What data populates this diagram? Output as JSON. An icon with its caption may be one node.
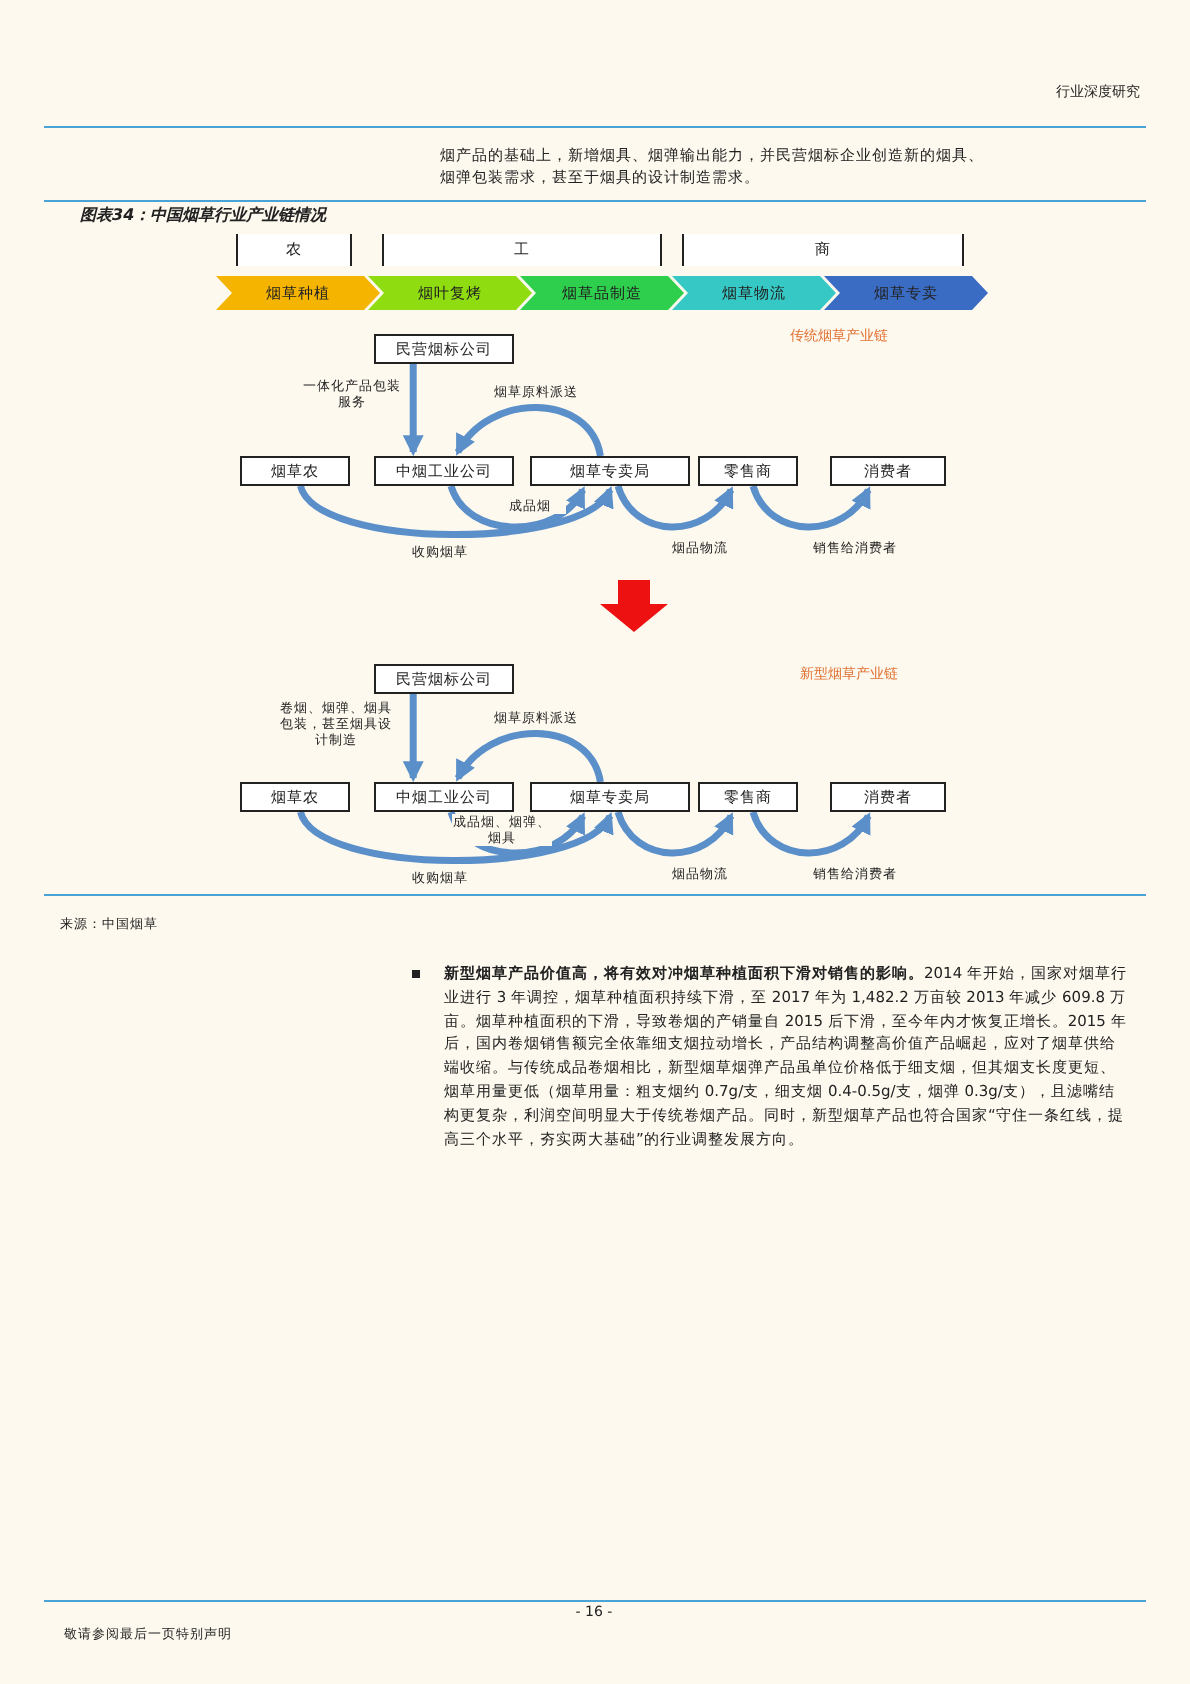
{
  "diagram": {
    "title": "图表34：中国烟草行业产业链情况",
    "nodes": [
      {
        "text": [
          "农"
        ]
      },
      {
        "text": [
          "工"
        ]
      },
      {
        "text": [
          "商"
        ]
      },
      {
        "text": [
          "烟草种植"
        ]
      },
      {
        "text": [
          "烟叶复烤"
        ]
      },
      {
        "text": [
          "烟草品制造"
        ]
      },
      {
        "text": [
          "烟草物流"
        ]
      },
      {
        "text": [
          "烟草专卖"
        ]
      },
      {
        "text": [
          "民营烟标公司"
        ]
      },
      {
        "text": [
          "烟草农"
        ]
      },
      {
        "text": [
          "中烟工业公司"
        ]
      },
      {
        "text": [
          "烟草专卖局"
        ]
      },
      {
        "text": [
          "零售商"
        ]
      },
      {
        "text": [
          "消费者"
        ]
      },
      {
        "text": [
          "民营烟标公司"
        ]
      },
      {
        "text": [
          "烟草农"
        ]
      },
      {
        "text": [
          "中烟工业公司"
        ]
      },
      {
        "text": [
          "烟草专卖局"
        ]
      },
      {
        "text": [
          "零售商"
        ]
      },
      {
        "text": [
          "消费者"
        ]
      }
    ],
    "edges": [
      {
        "from": 8,
        "to": 10,
        "arrow": "to",
        "label": "一体化产品包装服务"
      },
      {
        "from": 11,
        "to": 10,
        "arrow": "to",
        "label": "烟草原料派送"
      },
      {
        "from": 10,
        "to": 11,
        "arrow": "to",
        "label": "成品烟"
      },
      {
        "from": 9,
        "to": 11,
        "arrow": "to",
        "label": "收购烟草"
      },
      {
        "from": 11,
        "to": 12,
        "arrow": "to",
        "label": "烟品物流"
      },
      {
        "from": 12,
        "to": 13,
        "arrow": "to",
        "label": "销售给消费者"
      },
      {
        "from": 14,
        "to": 16,
        "arrow": "to",
        "label": "卷烟、烟弹、烟具包装，甚至烟具设计制造"
      },
      {
        "from": 17,
        "to": 16,
        "arrow": "to",
        "label": "烟草原料派送"
      },
      {
        "from": 16,
        "to": 17,
        "arrow": "to",
        "label": "成品烟、烟弹、烟具"
      },
      {
        "from": 15,
        "to": 17,
        "arrow": "to",
        "label": "收购烟草"
      },
      {
        "from": 17,
        "to": 18,
        "arrow": "to",
        "label": "烟品物流"
      },
      {
        "from": 18,
        "to": 19,
        "arrow": "to",
        "label": "销售给消费者"
      }
    ],
    "labels": [
      "行业深度研究",
      "烟产品的基础上，新增烟具、烟弹输出能力，并民营烟标企业创造新的烟具、烟弹包装需求，甚至于烟具的设计制造需求。",
      "传统烟草产业链",
      "新型烟草产业链",
      "来源：中国烟草",
      "**新型烟草产品价值高，将有效对冲烟草种植面积下滑对销售的影响。**2014 年开始，国家对烟草行业进行 3 年调控，烟草种植面积持续下滑，至 2017 年为 1,482.2 万亩较 2013 年减少 609.8 万亩。烟草种植面积的下滑，导致卷烟的产销量自 2015 后下滑，至今年内才恢复正增长。2015 年后，国内卷烟销售额完全依靠细支烟拉动增长，产品结构调整高价值产品崛起，应对了烟草供给端收缩。与传统成品卷烟相比，新型烟草烟弹产品虽单位价格低于细支烟，但其烟支长度更短、烟草用量更低（烟草用量：粗支烟约 0.7g/支，细支烟 0.4-0.5g/支，烟弹 0.3g/支），且滤嘴结构更复杂，利润空间明显大于传统卷烟产品。同时，新型烟草产品也符合国家“守住一条红线，提高三个水平，夯实两大基础”的行业调整发展方向。",
      "- 16 -",
      "敬请参阅最后一页特别声明"
    ]
  }
}
